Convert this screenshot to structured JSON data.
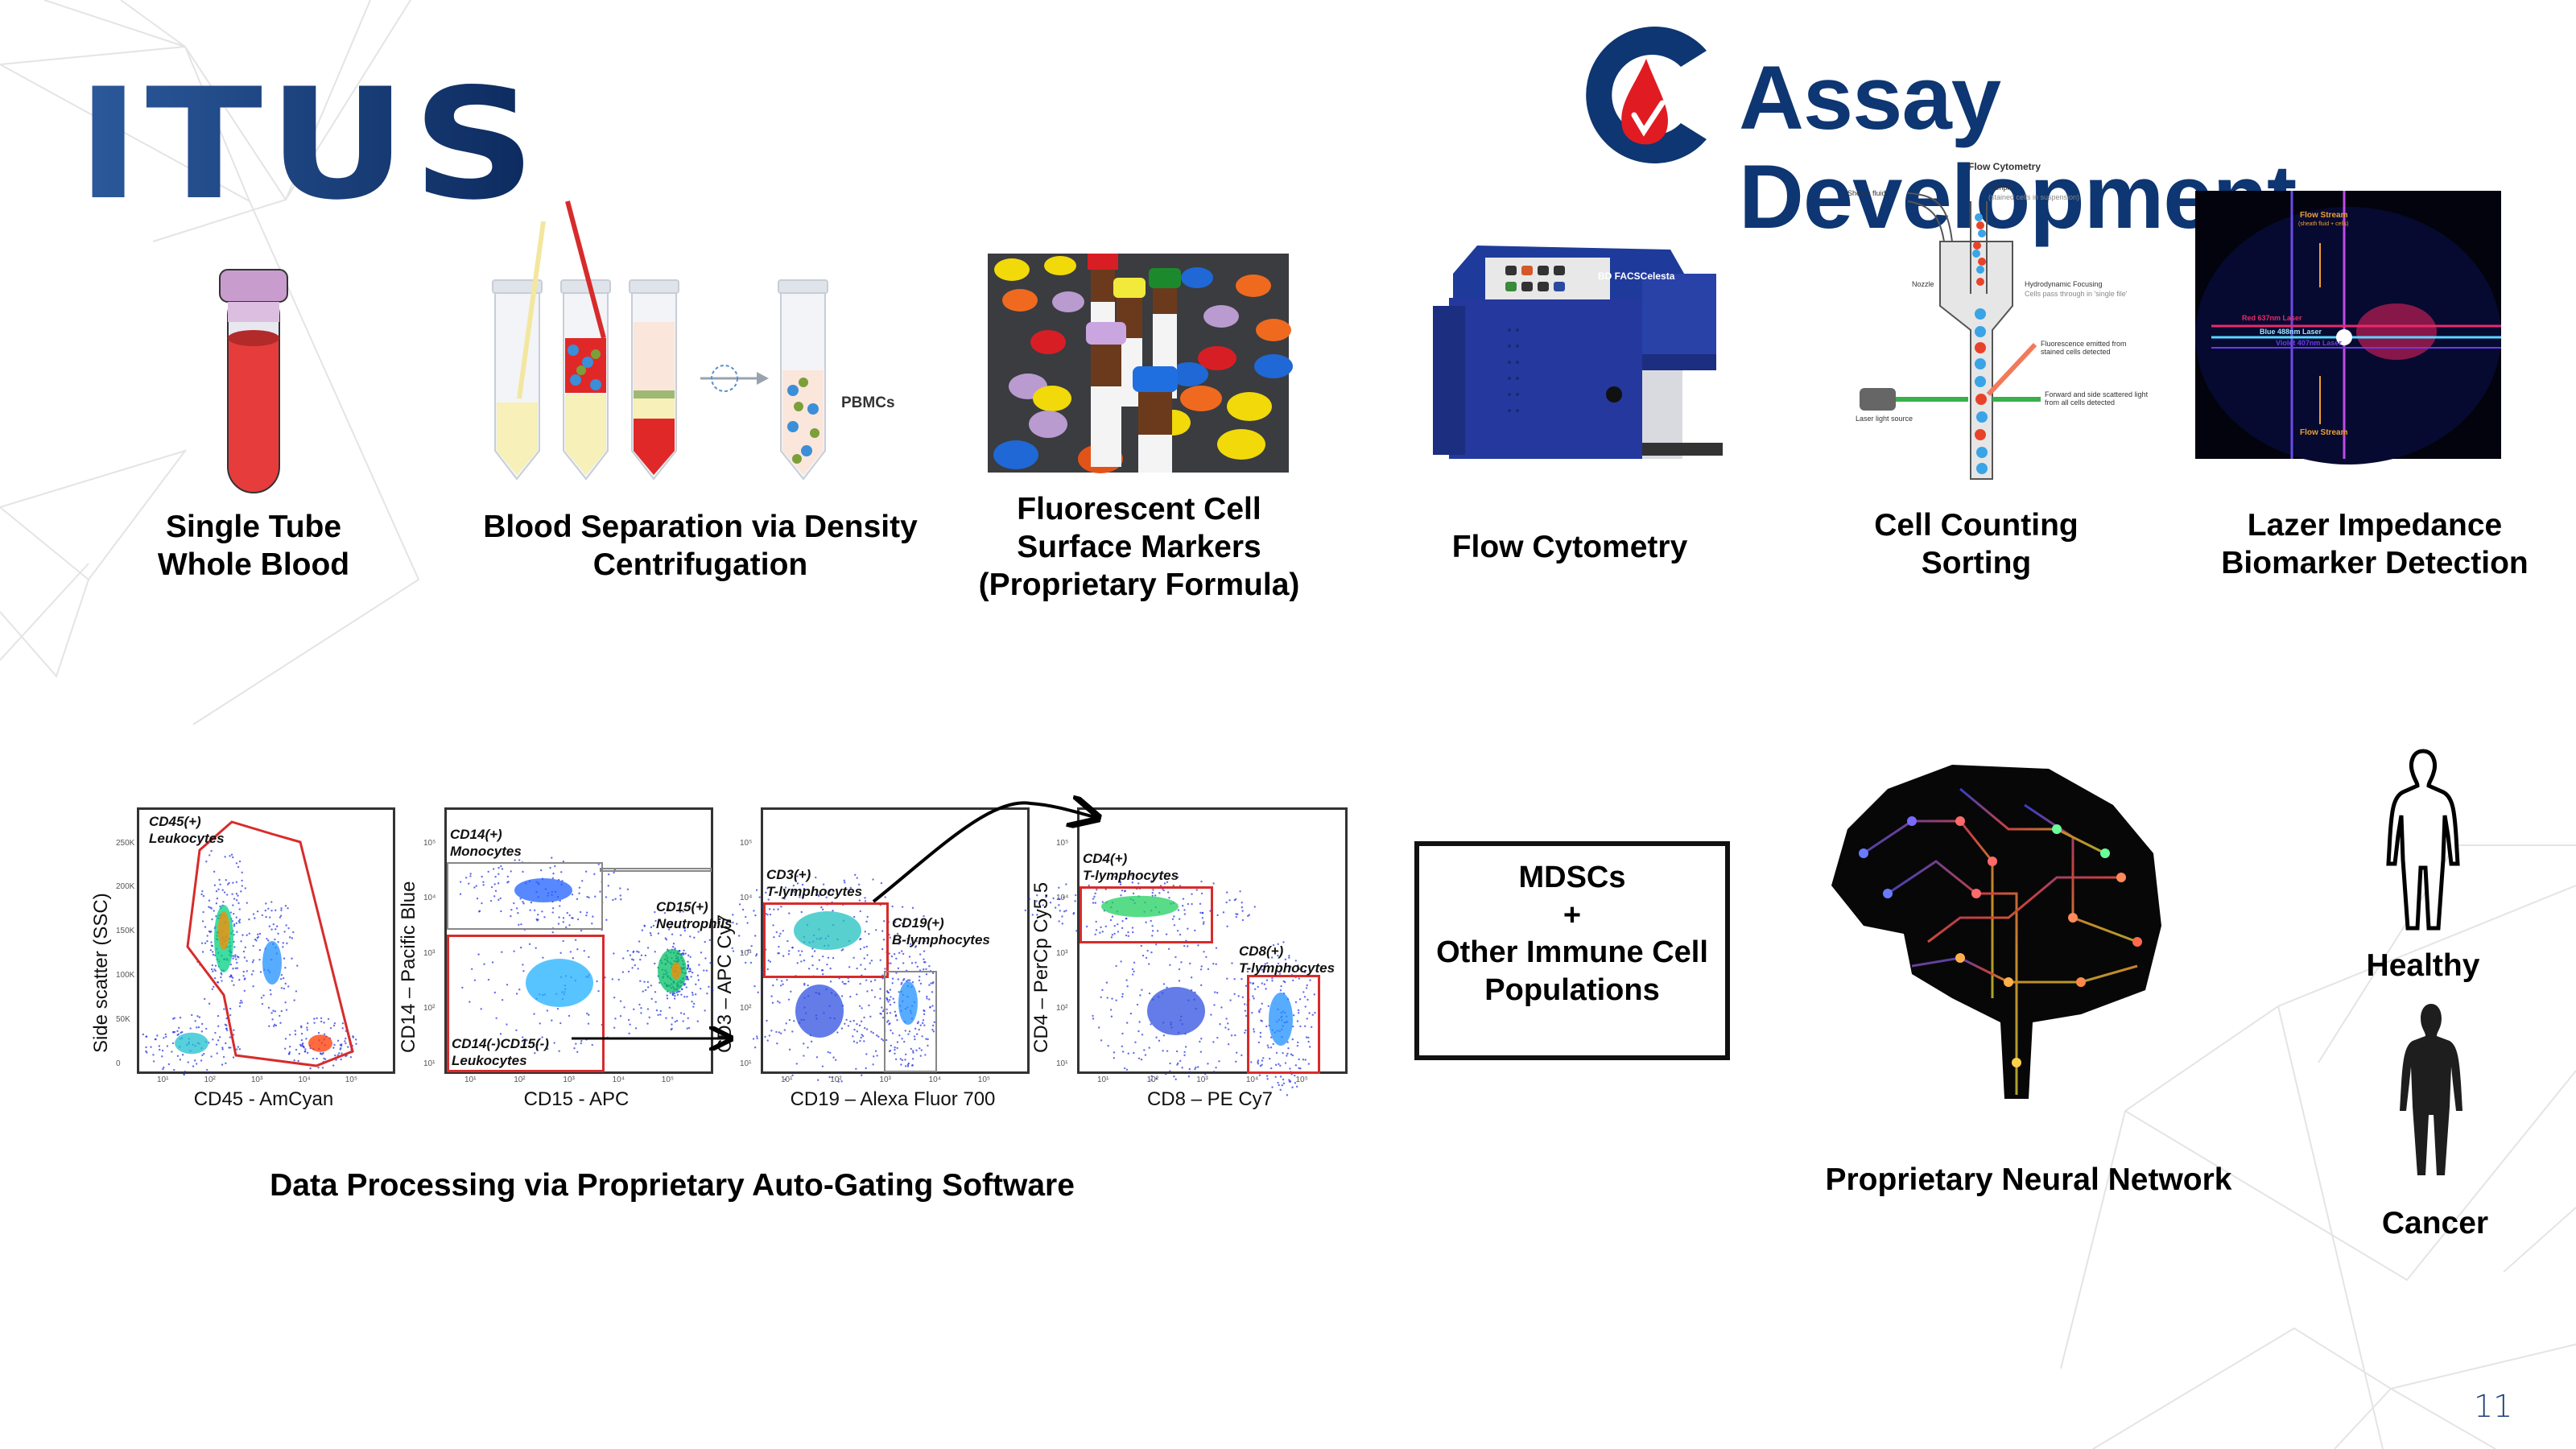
{
  "brand": {
    "logo_text": "ITUS",
    "header_title": "Assay Development",
    "colors": {
      "navy": "#0d3672",
      "logo_red": "#e11b22",
      "gate_red": "#d82b2b"
    }
  },
  "workflow_steps": [
    {
      "id": "tube",
      "caption": "Single Tube\nWhole Blood",
      "icon": "blood-tube-icon"
    },
    {
      "id": "separation",
      "caption": "Blood Separation via Density\nCentrifugation",
      "icon": "centrifuge-tubes-icon",
      "image_label": "PBMCs"
    },
    {
      "id": "markers",
      "caption": "Fluorescent Cell\nSurface Markers\n(Proprietary Formula)",
      "icon": "reagent-vials-icon"
    },
    {
      "id": "cytometer",
      "caption": "Flow Cytometry",
      "icon": "flow-cytometer-icon",
      "instrument_label": "BD FACSCelesta"
    },
    {
      "id": "counting",
      "caption": "Cell Counting\nSorting",
      "icon": "flow-cell-diagram-icon",
      "diagram": {
        "title": "Flow Cytometry",
        "labels": [
          "Sheath fluid",
          "Sample",
          "(stained cells in suspension)",
          "Nozzle",
          "Hydrodynamic Focusing",
          "Cells pass through in 'single file'",
          "Fluorescence emitted from stained cells detected",
          "Forward and side scattered light from all cells detected",
          "Laser light source"
        ]
      }
    },
    {
      "id": "laser",
      "caption": "Lazer Impedance\nBiomarker Detection",
      "icon": "laser-interrogation-icon",
      "photo_labels": [
        "Flow Stream",
        "(sheath fluid + cells)",
        "Red 637nm Laser",
        "Blue 488nm Laser",
        "Violet 407nm Laser",
        "Flow Stream"
      ]
    }
  ],
  "gating": {
    "caption": "Data Processing via Proprietary Auto-Gating Software",
    "plots": [
      {
        "xlabel": "CD45 - AmCyan",
        "ylabel": "Side scatter (SSC)",
        "x_ticks": [
          "10¹",
          "10²",
          "10³",
          "10⁴",
          "10⁵"
        ],
        "y_ticks": [
          "0",
          "50K",
          "100K",
          "150K",
          "200K",
          "250K"
        ],
        "gates": [
          {
            "label": "CD45(+)\nLeukocytes",
            "color": "red"
          }
        ]
      },
      {
        "xlabel": "CD15 - APC",
        "ylabel": "CD14 – Pacific Blue",
        "x_ticks": [
          "10¹",
          "10²",
          "10³",
          "10⁴",
          "10⁵"
        ],
        "y_ticks": [
          "10¹",
          "10²",
          "10³",
          "10⁴",
          "10⁵"
        ],
        "gates": [
          {
            "label": "CD14(+)\nMonocytes",
            "color": "gray"
          },
          {
            "label": "CD15(+)\nNeutrophils",
            "color": "gray"
          },
          {
            "label": "CD14(-)CD15(-)\nLeukocytes",
            "color": "red"
          }
        ]
      },
      {
        "xlabel": "CD19 – Alexa Fluor 700",
        "ylabel": "CD3 – APC Cy7",
        "x_ticks": [
          "10¹",
          "10²",
          "10³",
          "10⁴",
          "10⁵"
        ],
        "y_ticks": [
          "10¹",
          "10²",
          "10³",
          "10⁴",
          "10⁵"
        ],
        "gates": [
          {
            "label": "CD3(+)\nT-lymphocytes",
            "color": "red"
          },
          {
            "label": "CD19(+)\nB-lymphocytes",
            "color": "gray"
          }
        ]
      },
      {
        "xlabel": "CD8 – PE Cy7",
        "ylabel": "CD4 – PerCp Cy5.5",
        "x_ticks": [
          "10¹",
          "10²",
          "10³",
          "10⁴",
          "10⁵"
        ],
        "y_ticks": [
          "10¹",
          "10²",
          "10³",
          "10⁴",
          "10⁵"
        ],
        "gates": [
          {
            "label": "CD4(+)\nT-lymphocytes",
            "color": "red"
          },
          {
            "label": "CD8(+)\nT-lymphocytes",
            "color": "red"
          }
        ]
      }
    ]
  },
  "populations_box": {
    "text": "MDSCs\n+\nOther Immune Cell\nPopulations"
  },
  "neural_network": {
    "caption": "Proprietary Neural Network",
    "icon": "circuit-brain-icon"
  },
  "outcomes": [
    {
      "label": "Healthy",
      "icon": "person-outline-icon"
    },
    {
      "label": "Cancer",
      "icon": "person-silhouette-icon"
    }
  ],
  "page_number": "11"
}
